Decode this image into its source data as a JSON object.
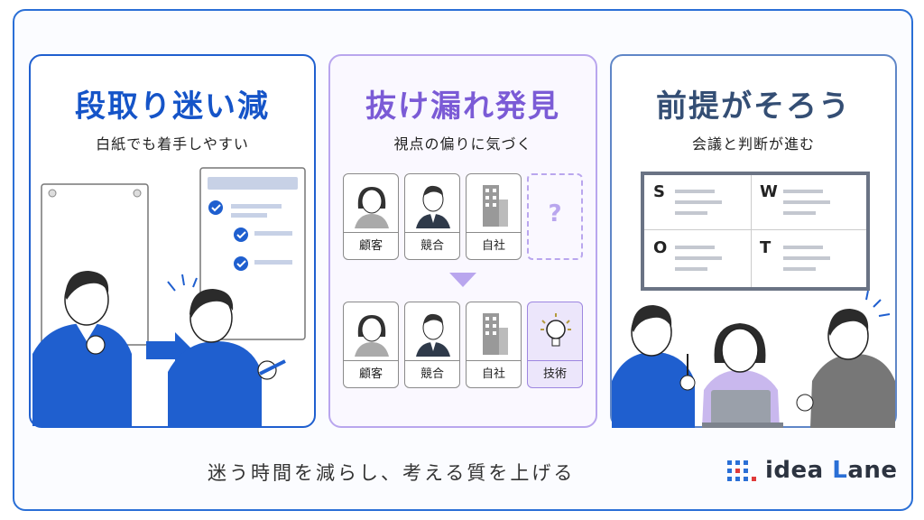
{
  "panels": [
    {
      "title": "段取り迷い減",
      "subtitle": "白紙でも着手しやすい"
    },
    {
      "title": "抜け漏れ発見",
      "subtitle": "視点の偏りに気づく"
    },
    {
      "title": "前提がそろう",
      "subtitle": "会議と判断が進む"
    }
  ],
  "perspectives_before": [
    "顧客",
    "競合",
    "自社"
  ],
  "perspectives_missing": "?",
  "perspectives_after": [
    "顧客",
    "競合",
    "自社",
    "技術"
  ],
  "swot": [
    "S",
    "W",
    "O",
    "T"
  ],
  "tagline": "迷う時間を減らし、考える質を上げる",
  "logo": {
    "text_prefix": "idea ",
    "text_accent": "L",
    "text_suffix": "ane"
  },
  "colors": {
    "primary": "#1f5fcf",
    "purple": "#7b5bd6",
    "navy": "#344e74"
  }
}
